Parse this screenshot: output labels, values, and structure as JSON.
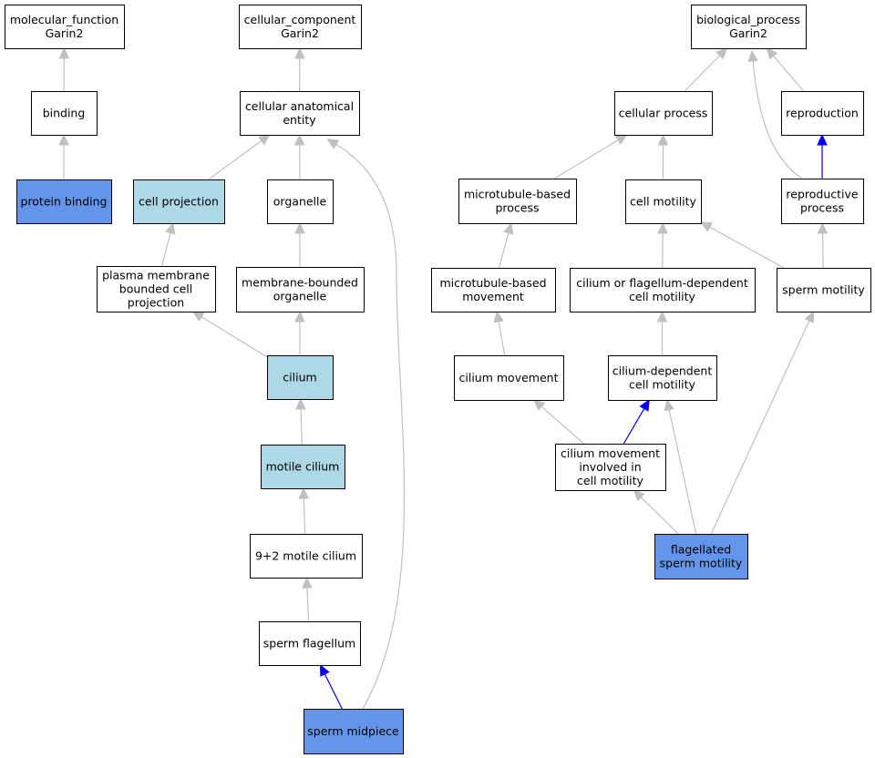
{
  "colors": {
    "plain": "#ffffff",
    "light": "#add8e6",
    "strong": "#6495ed",
    "edge_gray": "#c0c0c0",
    "edge_blue": "#0000ff",
    "stroke": "#000000"
  },
  "nodes": {
    "mf_root": {
      "lines": [
        "molecular_function",
        "Garin2"
      ],
      "fill": "plain"
    },
    "binding": {
      "lines": [
        "binding"
      ],
      "fill": "plain"
    },
    "protein_binding": {
      "lines": [
        "protein binding"
      ],
      "fill": "strong"
    },
    "cc_root": {
      "lines": [
        "cellular_component",
        "Garin2"
      ],
      "fill": "plain"
    },
    "cell_anat": {
      "lines": [
        "cellular anatomical",
        "entity"
      ],
      "fill": "plain"
    },
    "cell_projection": {
      "lines": [
        "cell projection"
      ],
      "fill": "light"
    },
    "organelle": {
      "lines": [
        "organelle"
      ],
      "fill": "plain"
    },
    "pm_bounded": {
      "lines": [
        "plasma membrane",
        "bounded cell",
        "projection"
      ],
      "fill": "plain"
    },
    "mem_bounded": {
      "lines": [
        "membrane-bounded",
        "organelle"
      ],
      "fill": "plain"
    },
    "cilium": {
      "lines": [
        "cilium"
      ],
      "fill": "light"
    },
    "motile_cilium": {
      "lines": [
        "motile cilium"
      ],
      "fill": "light"
    },
    "nine_two": {
      "lines": [
        "9+2 motile cilium"
      ],
      "fill": "plain"
    },
    "sperm_flagellum": {
      "lines": [
        "sperm flagellum"
      ],
      "fill": "plain"
    },
    "sperm_midpiece": {
      "lines": [
        "sperm midpiece"
      ],
      "fill": "strong"
    },
    "bp_root": {
      "lines": [
        "biological_process",
        "Garin2"
      ],
      "fill": "plain"
    },
    "cellular_process": {
      "lines": [
        "cellular process"
      ],
      "fill": "plain"
    },
    "reproduction": {
      "lines": [
        "reproduction"
      ],
      "fill": "plain"
    },
    "mt_process": {
      "lines": [
        "microtubule-based",
        "process"
      ],
      "fill": "plain"
    },
    "cell_motility": {
      "lines": [
        "cell motility"
      ],
      "fill": "plain"
    },
    "repro_process": {
      "lines": [
        "reproductive",
        "process"
      ],
      "fill": "plain"
    },
    "mt_movement": {
      "lines": [
        "microtubule-based",
        "movement"
      ],
      "fill": "plain"
    },
    "cilium_flag_motility": {
      "lines": [
        "cilium or flagellum-dependent",
        "cell motility"
      ],
      "fill": "plain"
    },
    "sperm_motility": {
      "lines": [
        "sperm motility"
      ],
      "fill": "plain"
    },
    "cilium_movement": {
      "lines": [
        "cilium movement"
      ],
      "fill": "plain"
    },
    "cilium_dep_motility": {
      "lines": [
        "cilium-dependent",
        "cell motility"
      ],
      "fill": "plain"
    },
    "cilium_mov_involved": {
      "lines": [
        "cilium movement",
        "involved in",
        "cell motility"
      ],
      "fill": "plain"
    },
    "flagellated_sperm": {
      "lines": [
        "flagellated",
        "sperm motility"
      ],
      "fill": "strong"
    }
  },
  "edges": [
    {
      "from": "binding",
      "to": "mf_root",
      "color": "gray"
    },
    {
      "from": "protein_binding",
      "to": "binding",
      "color": "gray"
    },
    {
      "from": "cell_anat",
      "to": "cc_root",
      "color": "gray"
    },
    {
      "from": "cell_projection",
      "to": "cell_anat",
      "color": "gray"
    },
    {
      "from": "organelle",
      "to": "cell_anat",
      "color": "gray"
    },
    {
      "from": "pm_bounded",
      "to": "cell_projection",
      "color": "gray"
    },
    {
      "from": "mem_bounded",
      "to": "organelle",
      "color": "gray"
    },
    {
      "from": "cilium",
      "to": "pm_bounded",
      "color": "gray"
    },
    {
      "from": "cilium",
      "to": "mem_bounded",
      "color": "gray"
    },
    {
      "from": "motile_cilium",
      "to": "cilium",
      "color": "gray"
    },
    {
      "from": "nine_two",
      "to": "motile_cilium",
      "color": "gray"
    },
    {
      "from": "sperm_flagellum",
      "to": "nine_two",
      "color": "gray"
    },
    {
      "from": "sperm_midpiece",
      "to": "sperm_flagellum",
      "color": "blue"
    },
    {
      "from": "sperm_midpiece",
      "to": "cell_anat",
      "color": "gray"
    },
    {
      "from": "cellular_process",
      "to": "bp_root",
      "color": "gray"
    },
    {
      "from": "reproduction",
      "to": "bp_root",
      "color": "gray"
    },
    {
      "from": "repro_process",
      "to": "bp_root",
      "color": "gray"
    },
    {
      "from": "repro_process",
      "to": "reproduction",
      "color": "blue"
    },
    {
      "from": "mt_process",
      "to": "cellular_process",
      "color": "gray"
    },
    {
      "from": "cell_motility",
      "to": "cellular_process",
      "color": "gray"
    },
    {
      "from": "mt_movement",
      "to": "mt_process",
      "color": "gray"
    },
    {
      "from": "cilium_flag_motility",
      "to": "cell_motility",
      "color": "gray"
    },
    {
      "from": "sperm_motility",
      "to": "cell_motility",
      "color": "gray"
    },
    {
      "from": "sperm_motility",
      "to": "repro_process",
      "color": "gray"
    },
    {
      "from": "cilium_movement",
      "to": "mt_movement",
      "color": "gray"
    },
    {
      "from": "cilium_dep_motility",
      "to": "cilium_flag_motility",
      "color": "gray"
    },
    {
      "from": "cilium_mov_involved",
      "to": "cilium_movement",
      "color": "gray"
    },
    {
      "from": "cilium_mov_involved",
      "to": "cilium_dep_motility",
      "color": "blue"
    },
    {
      "from": "flagellated_sperm",
      "to": "cilium_mov_involved",
      "color": "gray"
    },
    {
      "from": "flagellated_sperm",
      "to": "cilium_dep_motility",
      "color": "gray"
    },
    {
      "from": "flagellated_sperm",
      "to": "sperm_motility",
      "color": "gray"
    }
  ]
}
